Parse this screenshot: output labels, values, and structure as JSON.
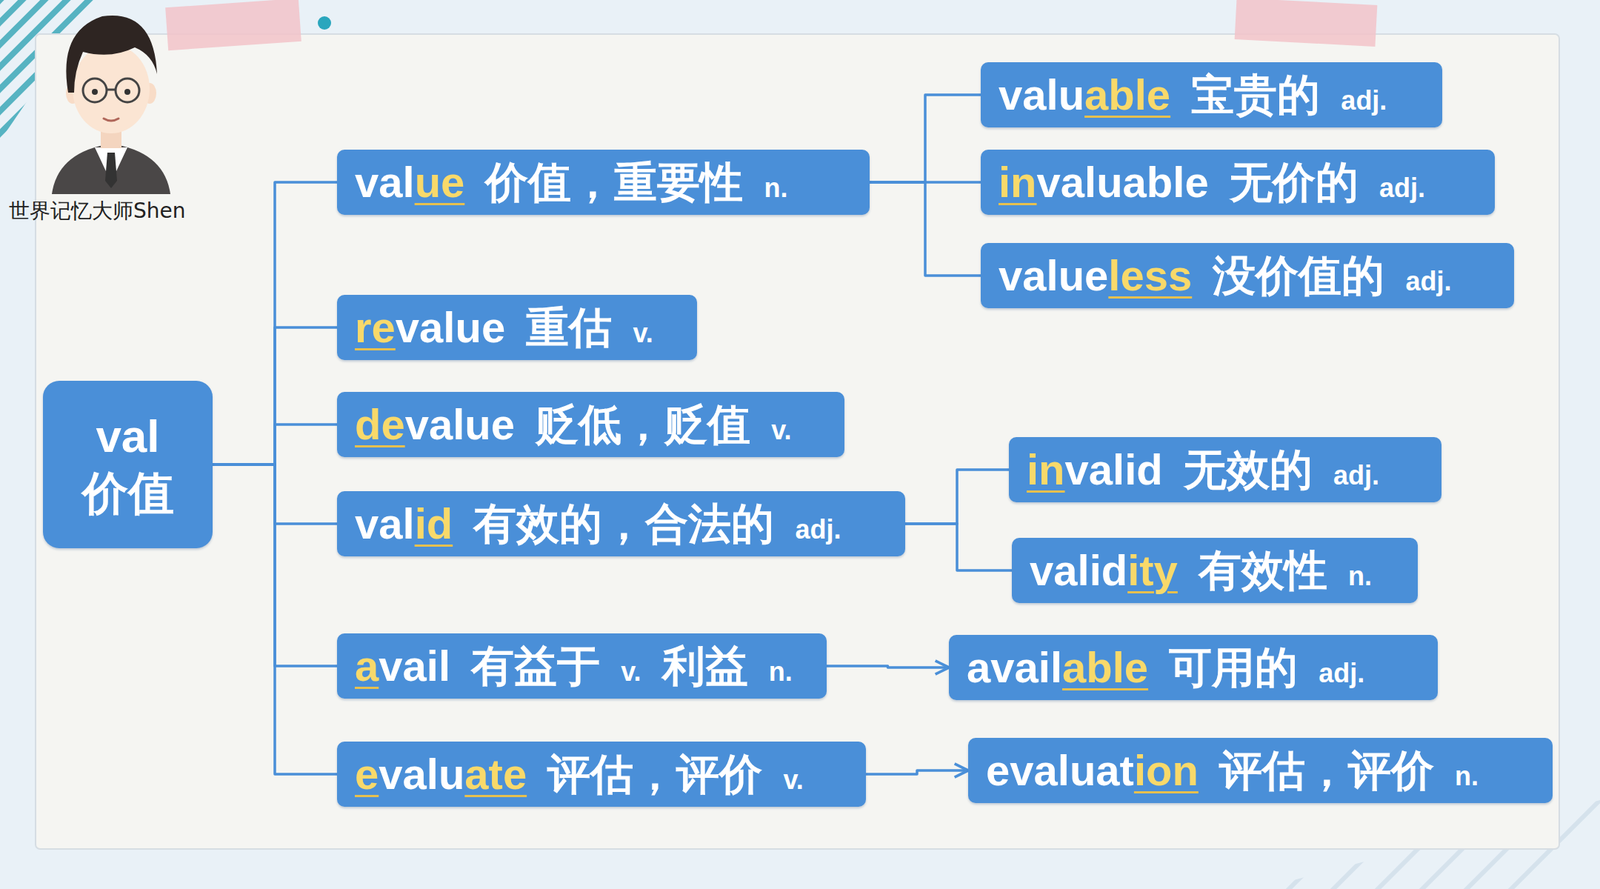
{
  "diagram": {
    "nodes": [
      {
        "text": [
          "val 价值"
        ]
      },
      {
        "text": [
          "value 价值，重要性 n."
        ]
      },
      {
        "text": [
          "valuable 宝贵的 adj."
        ]
      },
      {
        "text": [
          "invaluable 无价的 adj."
        ]
      },
      {
        "text": [
          "valueless 没价值的 adj."
        ]
      },
      {
        "text": [
          "revalue 重估 v."
        ]
      },
      {
        "text": [
          "devalue 贬低，贬值 v."
        ]
      },
      {
        "text": [
          "valid 有效的，合法的 adj."
        ]
      },
      {
        "text": [
          "invalid 无效的 adj."
        ]
      },
      {
        "text": [
          "validity 有效性 n."
        ]
      },
      {
        "text": [
          "avail 有益于 v. 利益 n."
        ]
      },
      {
        "text": [
          "available 可用的 adj."
        ]
      },
      {
        "text": [
          "evaluate 评估，评价 v."
        ]
      },
      {
        "text": [
          "evaluation 评估，评价 n."
        ]
      }
    ],
    "edges": [
      {
        "from": 0,
        "to": 1,
        "arrow": "none"
      },
      {
        "from": 0,
        "to": 5,
        "arrow": "none"
      },
      {
        "from": 0,
        "to": 6,
        "arrow": "none"
      },
      {
        "from": 0,
        "to": 7,
        "arrow": "none"
      },
      {
        "from": 0,
        "to": 10,
        "arrow": "none"
      },
      {
        "from": 0,
        "to": 12,
        "arrow": "none"
      },
      {
        "from": 1,
        "to": 2,
        "arrow": "none"
      },
      {
        "from": 1,
        "to": 3,
        "arrow": "none"
      },
      {
        "from": 1,
        "to": 4,
        "arrow": "none"
      },
      {
        "from": 7,
        "to": 8,
        "arrow": "none"
      },
      {
        "from": 7,
        "to": 9,
        "arrow": "none"
      },
      {
        "from": 10,
        "to": 11,
        "arrow": "to"
      },
      {
        "from": 12,
        "to": 13,
        "arrow": "to"
      }
    ],
    "labels": [
      "世界记忆大师Shen"
    ]
  }
}
